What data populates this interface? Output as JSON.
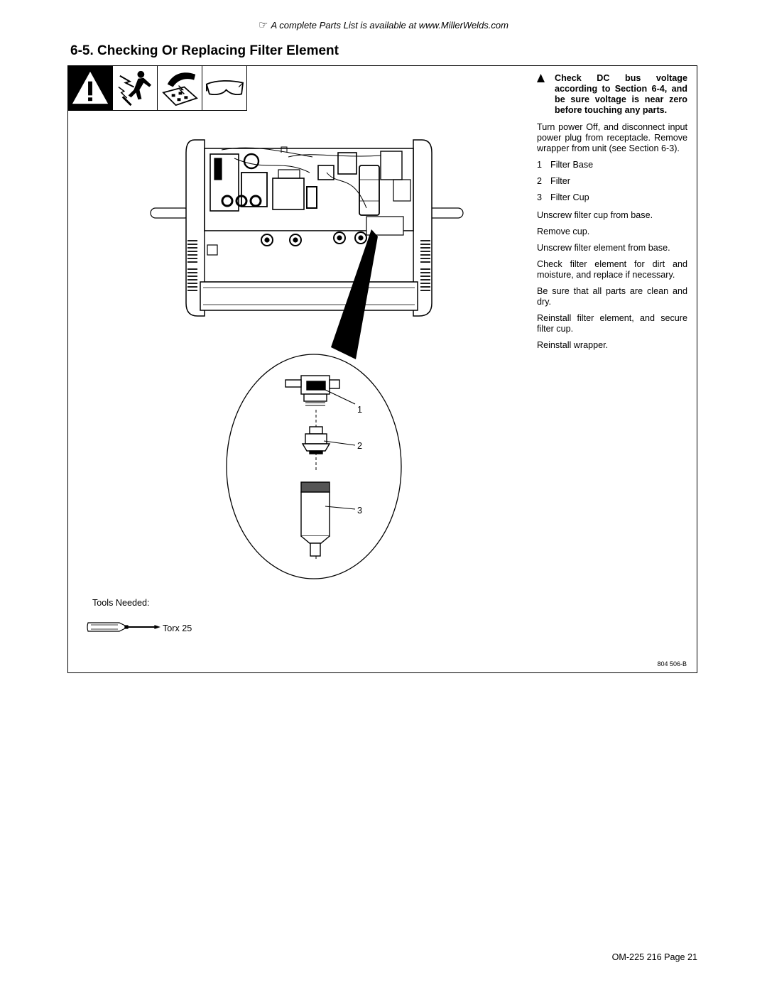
{
  "header_note": {
    "icon": "pointing-hand-icon",
    "text": "A complete Parts List is available at www.MillerWelds.com"
  },
  "section_title": "6-5.   Checking Or Replacing Filter Element",
  "safety_icons": [
    "warning-triangle-icon",
    "electric-shock-icon",
    "static-electricity-icon",
    "safety-glasses-icon"
  ],
  "warning": {
    "icon": "warning-triangle-icon",
    "text": "Check DC bus voltage according to Section 6-4, and be sure voltage is near zero before touching any parts."
  },
  "instructions_intro": "Turn power Off, and disconnect input power plug from receptacle. Remove wrapper from unit (see Section 6-3).",
  "legend": [
    {
      "num": "1",
      "label": "Filter Base"
    },
    {
      "num": "2",
      "label": "Filter"
    },
    {
      "num": "3",
      "label": "Filter Cup"
    }
  ],
  "steps": [
    "Unscrew filter cup from base.",
    "Remove cup.",
    "Unscrew filter element from base.",
    "Check filter element for dirt and moisture, and replace if necessary.",
    "Be sure that all parts are clean and dry.",
    "Reinstall filter element, and secure filter cup.",
    "Reinstall wrapper."
  ],
  "callouts": [
    "1",
    "2",
    "3"
  ],
  "tools": {
    "label": "Tools Needed:",
    "icon": "screwdriver-icon",
    "tool": "Torx 25"
  },
  "drawing_id": "804 506-B",
  "footer": "OM-225 216 Page 21"
}
